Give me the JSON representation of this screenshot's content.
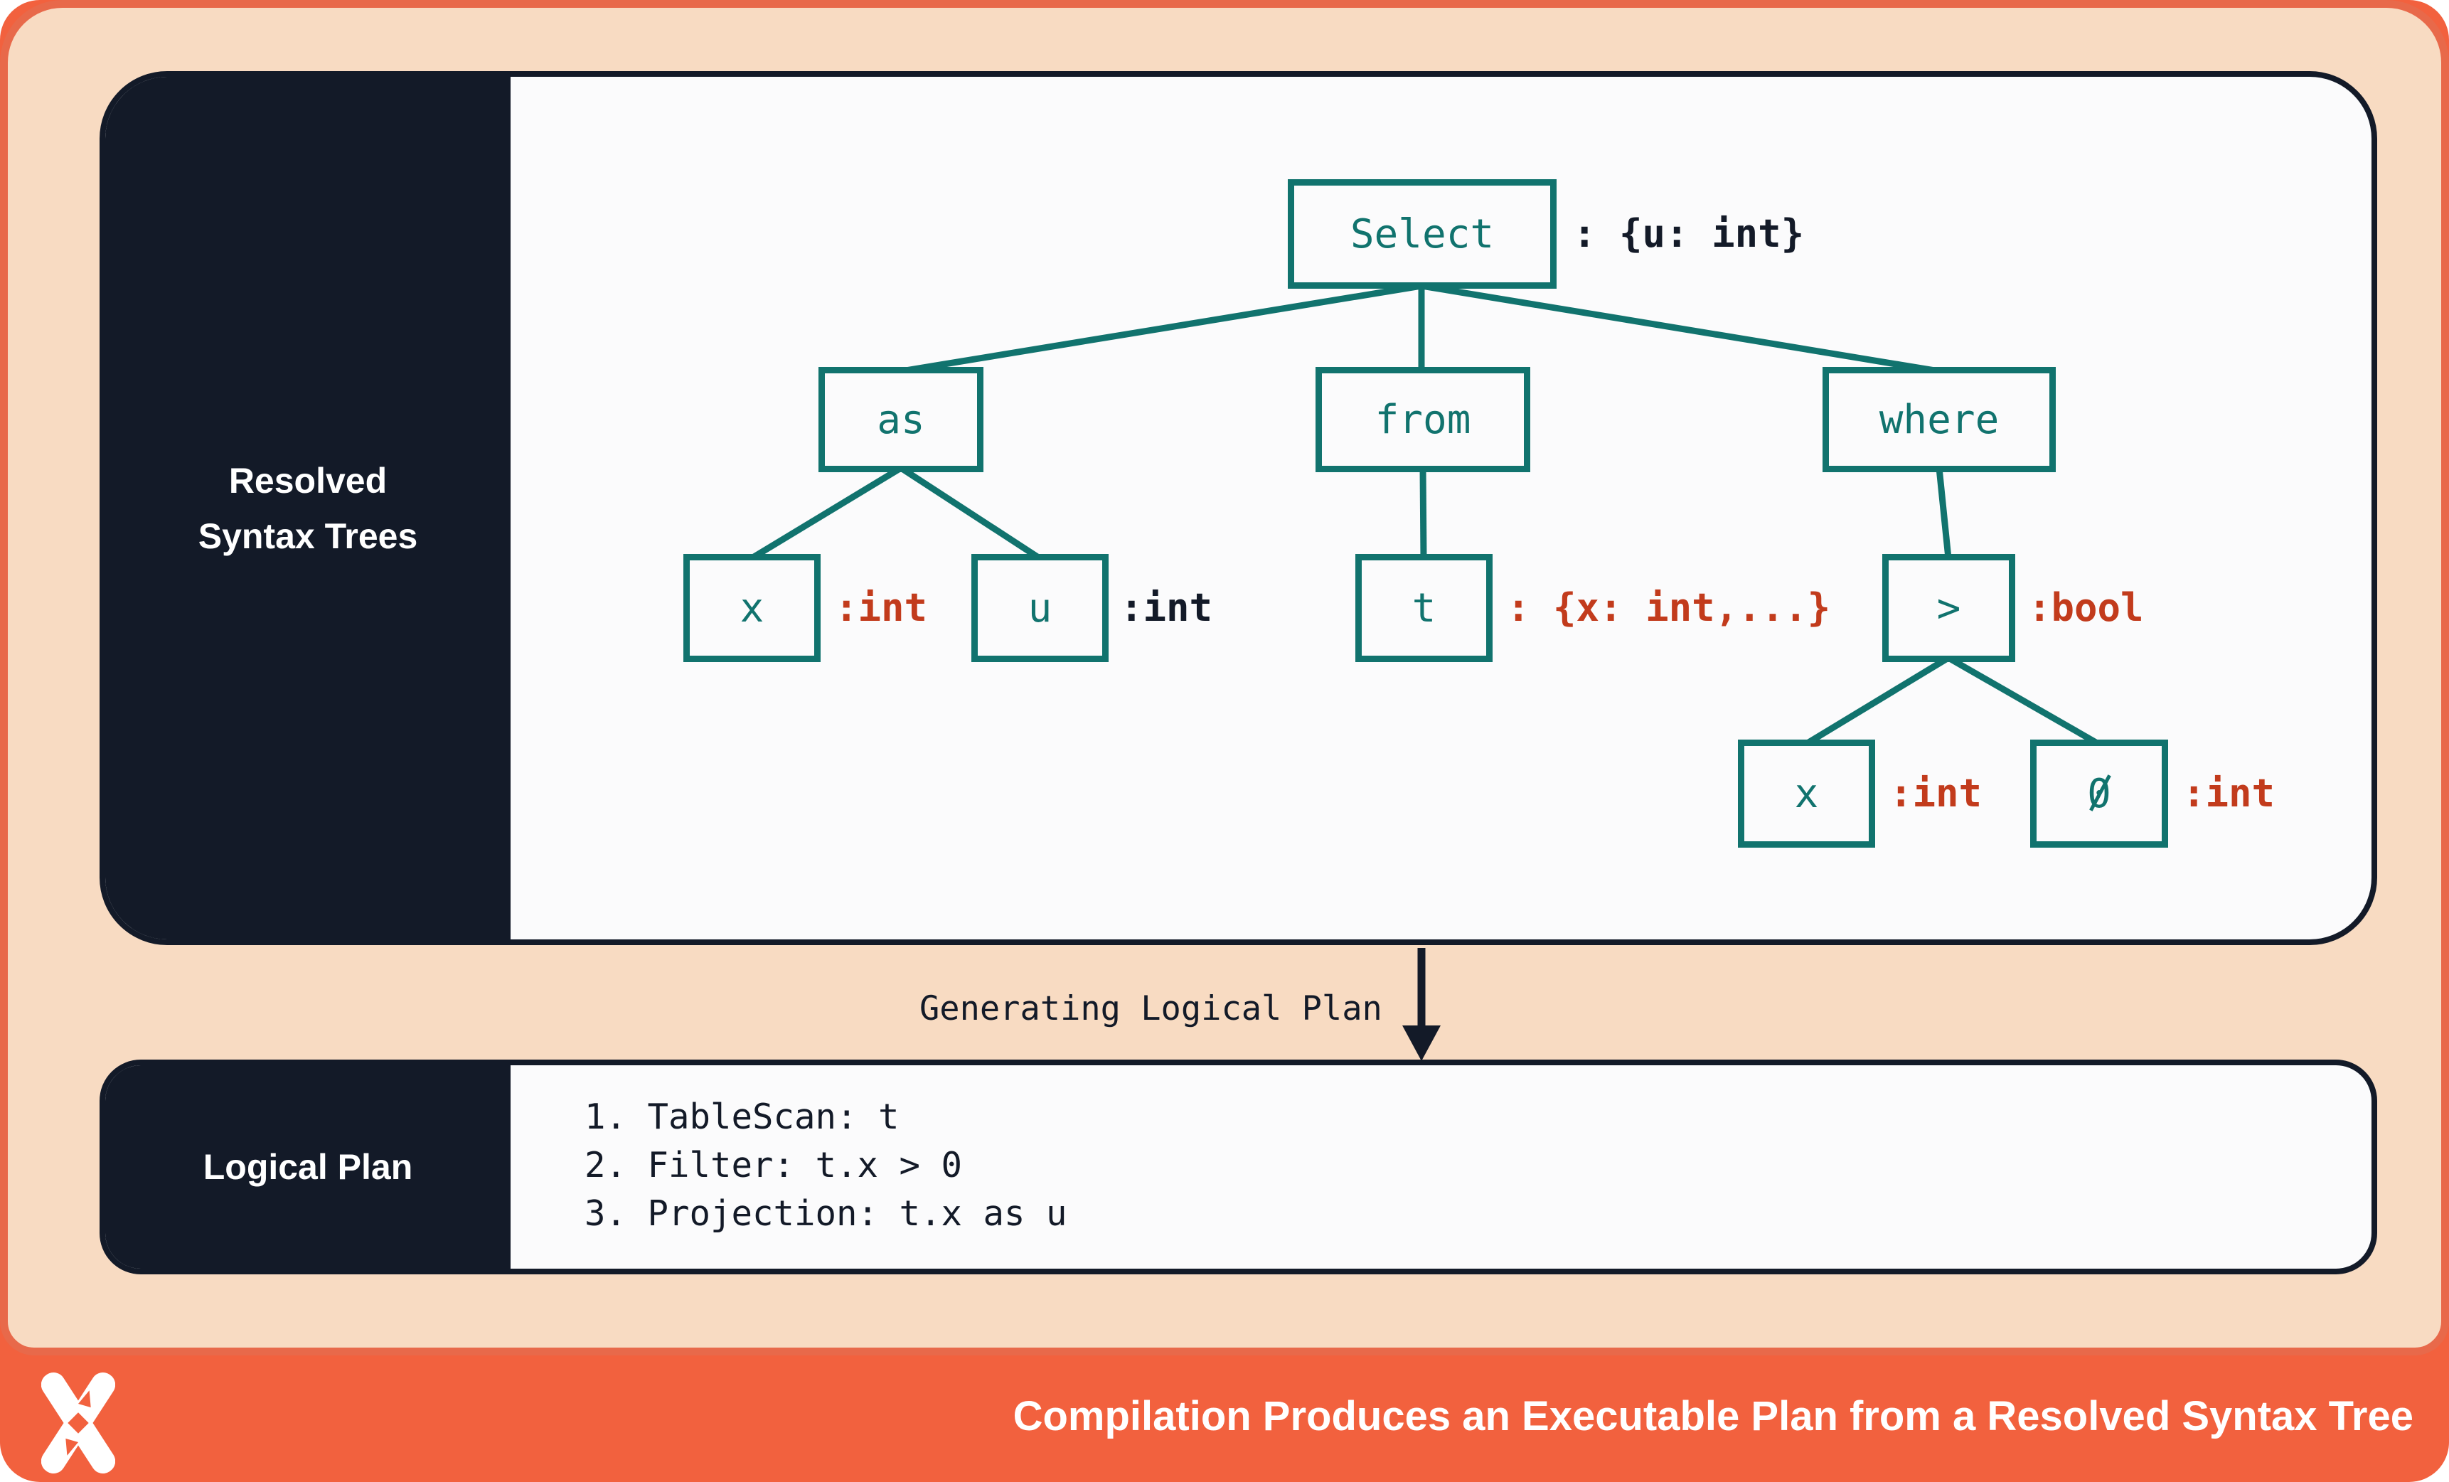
{
  "palette": {
    "orange": "#f2613e",
    "orange_border": "#e8694a",
    "peach": "#f8dbc2",
    "navy": "#131a28",
    "panel_bg": "#fbfbfc",
    "teal": "#11736e",
    "red": "#c23b1c",
    "white": "#ffffff"
  },
  "top_panel": {
    "sidebar_label_line1": "Resolved",
    "sidebar_label_line2": "Syntax Trees",
    "tree": {
      "select": {
        "label": "Select",
        "type_annotation": ": {u: int}",
        "annotation_color": "navy"
      },
      "as": {
        "label": "as"
      },
      "from": {
        "label": "from"
      },
      "where": {
        "label": "where"
      },
      "x_alias": {
        "label": "x",
        "type_annotation": ":int",
        "annotation_color": "red"
      },
      "u": {
        "label": "u",
        "type_annotation": ":int",
        "annotation_color": "navy"
      },
      "t": {
        "label": "t",
        "type_annotation": ": {x: int,...}",
        "annotation_color": "red"
      },
      "gt": {
        "label": ">",
        "type_annotation": ":bool",
        "annotation_color": "red"
      },
      "x_operand": {
        "label": "x",
        "type_annotation": ":int",
        "annotation_color": "red"
      },
      "zero": {
        "label": "0",
        "type_annotation": ":int",
        "annotation_color": "red"
      }
    }
  },
  "transition": {
    "label": "Generating Logical Plan"
  },
  "bottom_panel": {
    "sidebar_label": "Logical Plan",
    "steps": [
      "1. TableScan: t",
      "2. Filter: t.x > 0",
      "3. Projection: t.x as u"
    ]
  },
  "footer": {
    "logo": "x-shuriken-logo",
    "title": "Compilation Produces an Executable Plan from a Resolved Syntax Tree"
  }
}
